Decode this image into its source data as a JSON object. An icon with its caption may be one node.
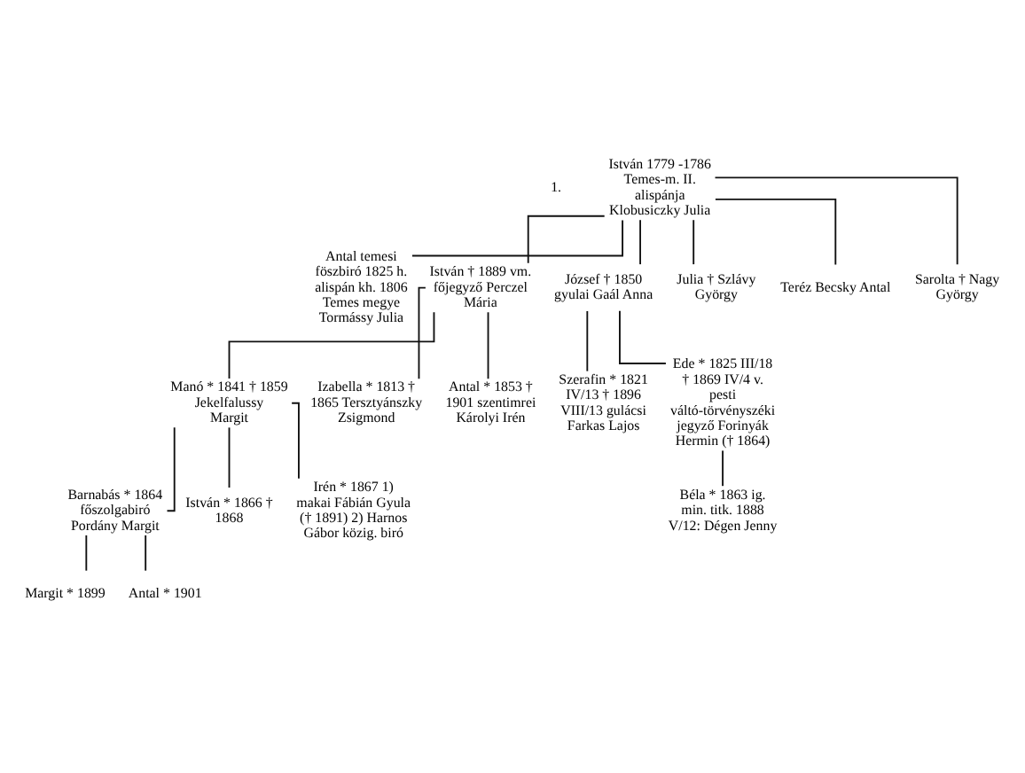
{
  "diagram": {
    "nodes": [
      {
        "text": [
          "István 1779 -1786 Temes-m. II. alispánja Klobusiczky Julia"
        ]
      },
      {
        "text": [
          "Antal temesi föszbiró 1825 h. alispán kh. 1806 Temes megye Tormássy Julia"
        ]
      },
      {
        "text": [
          "István † 1889 vm. főjegyző Perczel Mária"
        ]
      },
      {
        "text": [
          "József † 1850 gyulai Gaál Anna"
        ]
      },
      {
        "text": [
          "Julia † Szlávy György"
        ]
      },
      {
        "text": [
          "Teréz Becsky Antal"
        ]
      },
      {
        "text": [
          "Sarolta † Nagy György"
        ]
      },
      {
        "text": [
          "Manó * 1841 † 1859 Jekelfalussy Margit"
        ]
      },
      {
        "text": [
          "Izabella * 1813 † 1865 Tersztyánszky Zsigmond"
        ]
      },
      {
        "text": [
          "Antal * 1853 † 1901 szentimrei Károlyi Irén"
        ]
      },
      {
        "text": [
          "Szerafin * 1821 IV/13 † 1896 VIII/13 gulácsi Farkas Lajos"
        ]
      },
      {
        "text": [
          "Ede * 1825 III/18 † 1869 IV/4 v. pesti váltó-törvényszéki jegyző Forinyák Hermin († 1864)"
        ]
      },
      {
        "text": [
          "Barnabás * 1864 főszolgabiró Pordány Margit"
        ]
      },
      {
        "text": [
          "István * 1866 † 1868"
        ]
      },
      {
        "text": [
          "Irén * 1867 1) makai Fábián Gyula († 1891) 2) Harnos Gábor közig. biró"
        ]
      },
      {
        "text": [
          "Margit * 1899"
        ]
      },
      {
        "text": [
          "Antal * 1901"
        ]
      },
      {
        "text": [
          "Béla * 1863 ig. min. titk. 1888 V/12: Dégen Jenny"
        ]
      }
    ],
    "edges": [
      {
        "from": 0,
        "to": 1,
        "arrow": "none"
      },
      {
        "from": 0,
        "to": 2,
        "arrow": "none"
      },
      {
        "from": 0,
        "to": 3,
        "arrow": "none"
      },
      {
        "from": 0,
        "to": 4,
        "arrow": "none"
      },
      {
        "from": 0,
        "to": 5,
        "arrow": "none"
      },
      {
        "from": 0,
        "to": 6,
        "arrow": "none"
      },
      {
        "from": 2,
        "to": 7,
        "arrow": "none"
      },
      {
        "from": 2,
        "to": 8,
        "arrow": "none"
      },
      {
        "from": 2,
        "to": 9,
        "arrow": "none"
      },
      {
        "from": 3,
        "to": 10,
        "arrow": "none"
      },
      {
        "from": 3,
        "to": 11,
        "arrow": "none"
      },
      {
        "from": 7,
        "to": 12,
        "arrow": "none"
      },
      {
        "from": 7,
        "to": 13,
        "arrow": "none"
      },
      {
        "from": 7,
        "to": 14,
        "arrow": "none"
      },
      {
        "from": 12,
        "to": 15,
        "arrow": "none"
      },
      {
        "from": 12,
        "to": 16,
        "arrow": "none"
      },
      {
        "from": 11,
        "to": 17,
        "arrow": "none"
      }
    ],
    "labels": [
      "1."
    ]
  }
}
